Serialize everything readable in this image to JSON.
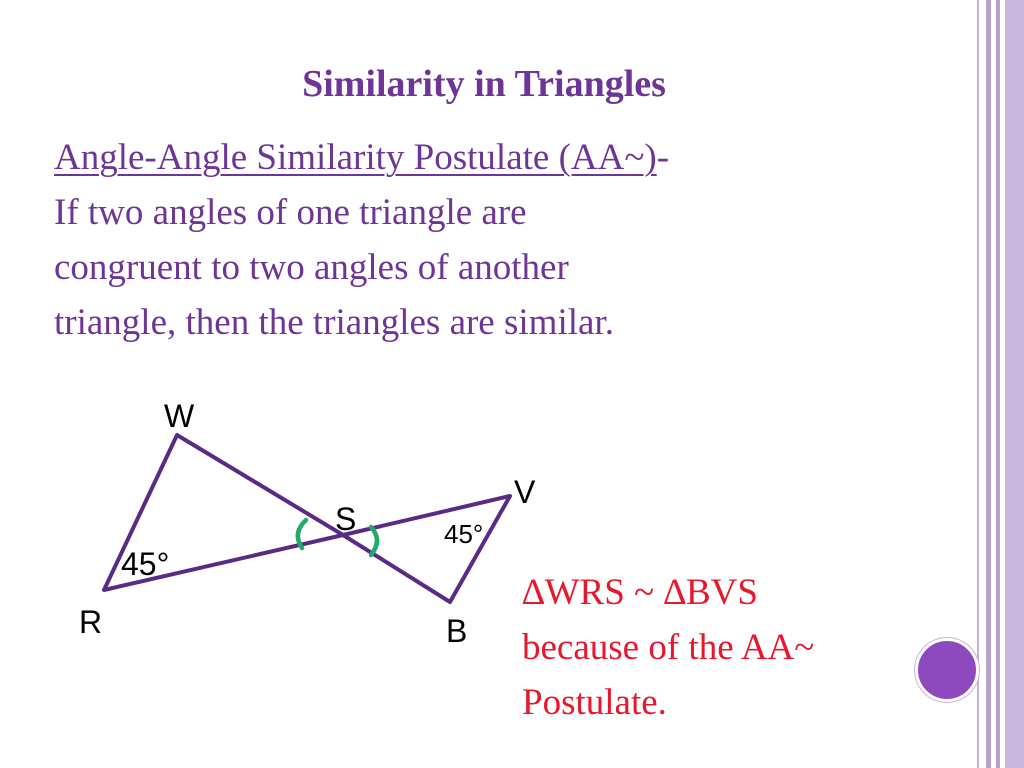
{
  "slide": {
    "title": "Similarity in Triangles",
    "postulate_name": "Angle-Angle Similarity Postulate (AA~)",
    "postulate_dash": "-",
    "postulate_lines": [
      "If two angles of one triangle are",
      "congruent to two angles of another",
      "triangle, then the triangles are similar."
    ]
  },
  "diagram": {
    "vertex_labels": {
      "W": "W",
      "V": "V",
      "S": "S",
      "R": "R",
      "B": "B"
    },
    "angle_labels": {
      "angle_R": "45°",
      "angle_V": "45°"
    }
  },
  "conclusion": {
    "lines": [
      "∆WRS ~ ∆BVS",
      "because of the AA~",
      "Postulate."
    ]
  },
  "colors": {
    "title": "#6e3596",
    "body_text": "#6e3596",
    "triangle_lines": "#5a2a84",
    "angle_arcs": "#1fab6b",
    "conclusion_text": "#e8172b",
    "bullet_circle": "#8f49bf",
    "frame_lines": "#b89fd0"
  }
}
